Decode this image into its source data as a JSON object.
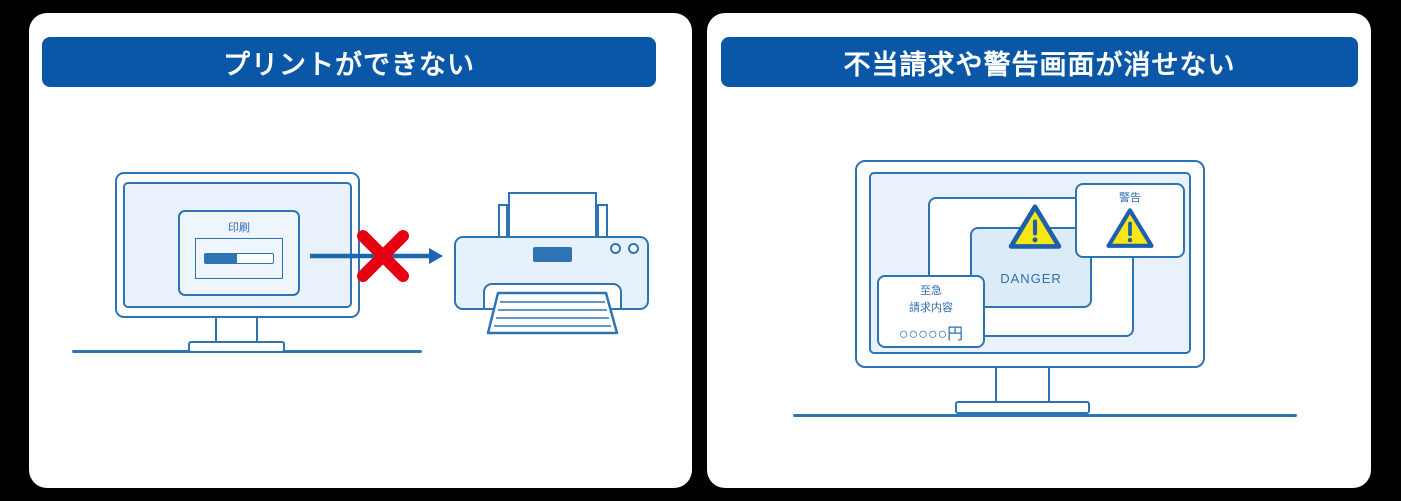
{
  "colors": {
    "header_bg": "#0b57a7",
    "outline_blue": "#2e74b5",
    "screen_fill": "#e9f2fb",
    "danger_window_fill": "#dcebf8",
    "arrow_blue": "#1a66b3",
    "blocked_x_red": "#e60012",
    "warning_yellow": "#f7e715",
    "text_blue": "#2e6db4"
  },
  "left_panel": {
    "title": "プリントができない",
    "monitor": {
      "dialog_title": "印刷",
      "progress_fraction": 0.47
    }
  },
  "right_panel": {
    "title": "不当請求や警告画面が消せない",
    "warning_window": {
      "label": "警告"
    },
    "danger_window": {
      "label": "DANGER"
    },
    "billing_window": {
      "line1": "至急",
      "line2": "請求内容",
      "amount": "○○○○○円"
    }
  }
}
